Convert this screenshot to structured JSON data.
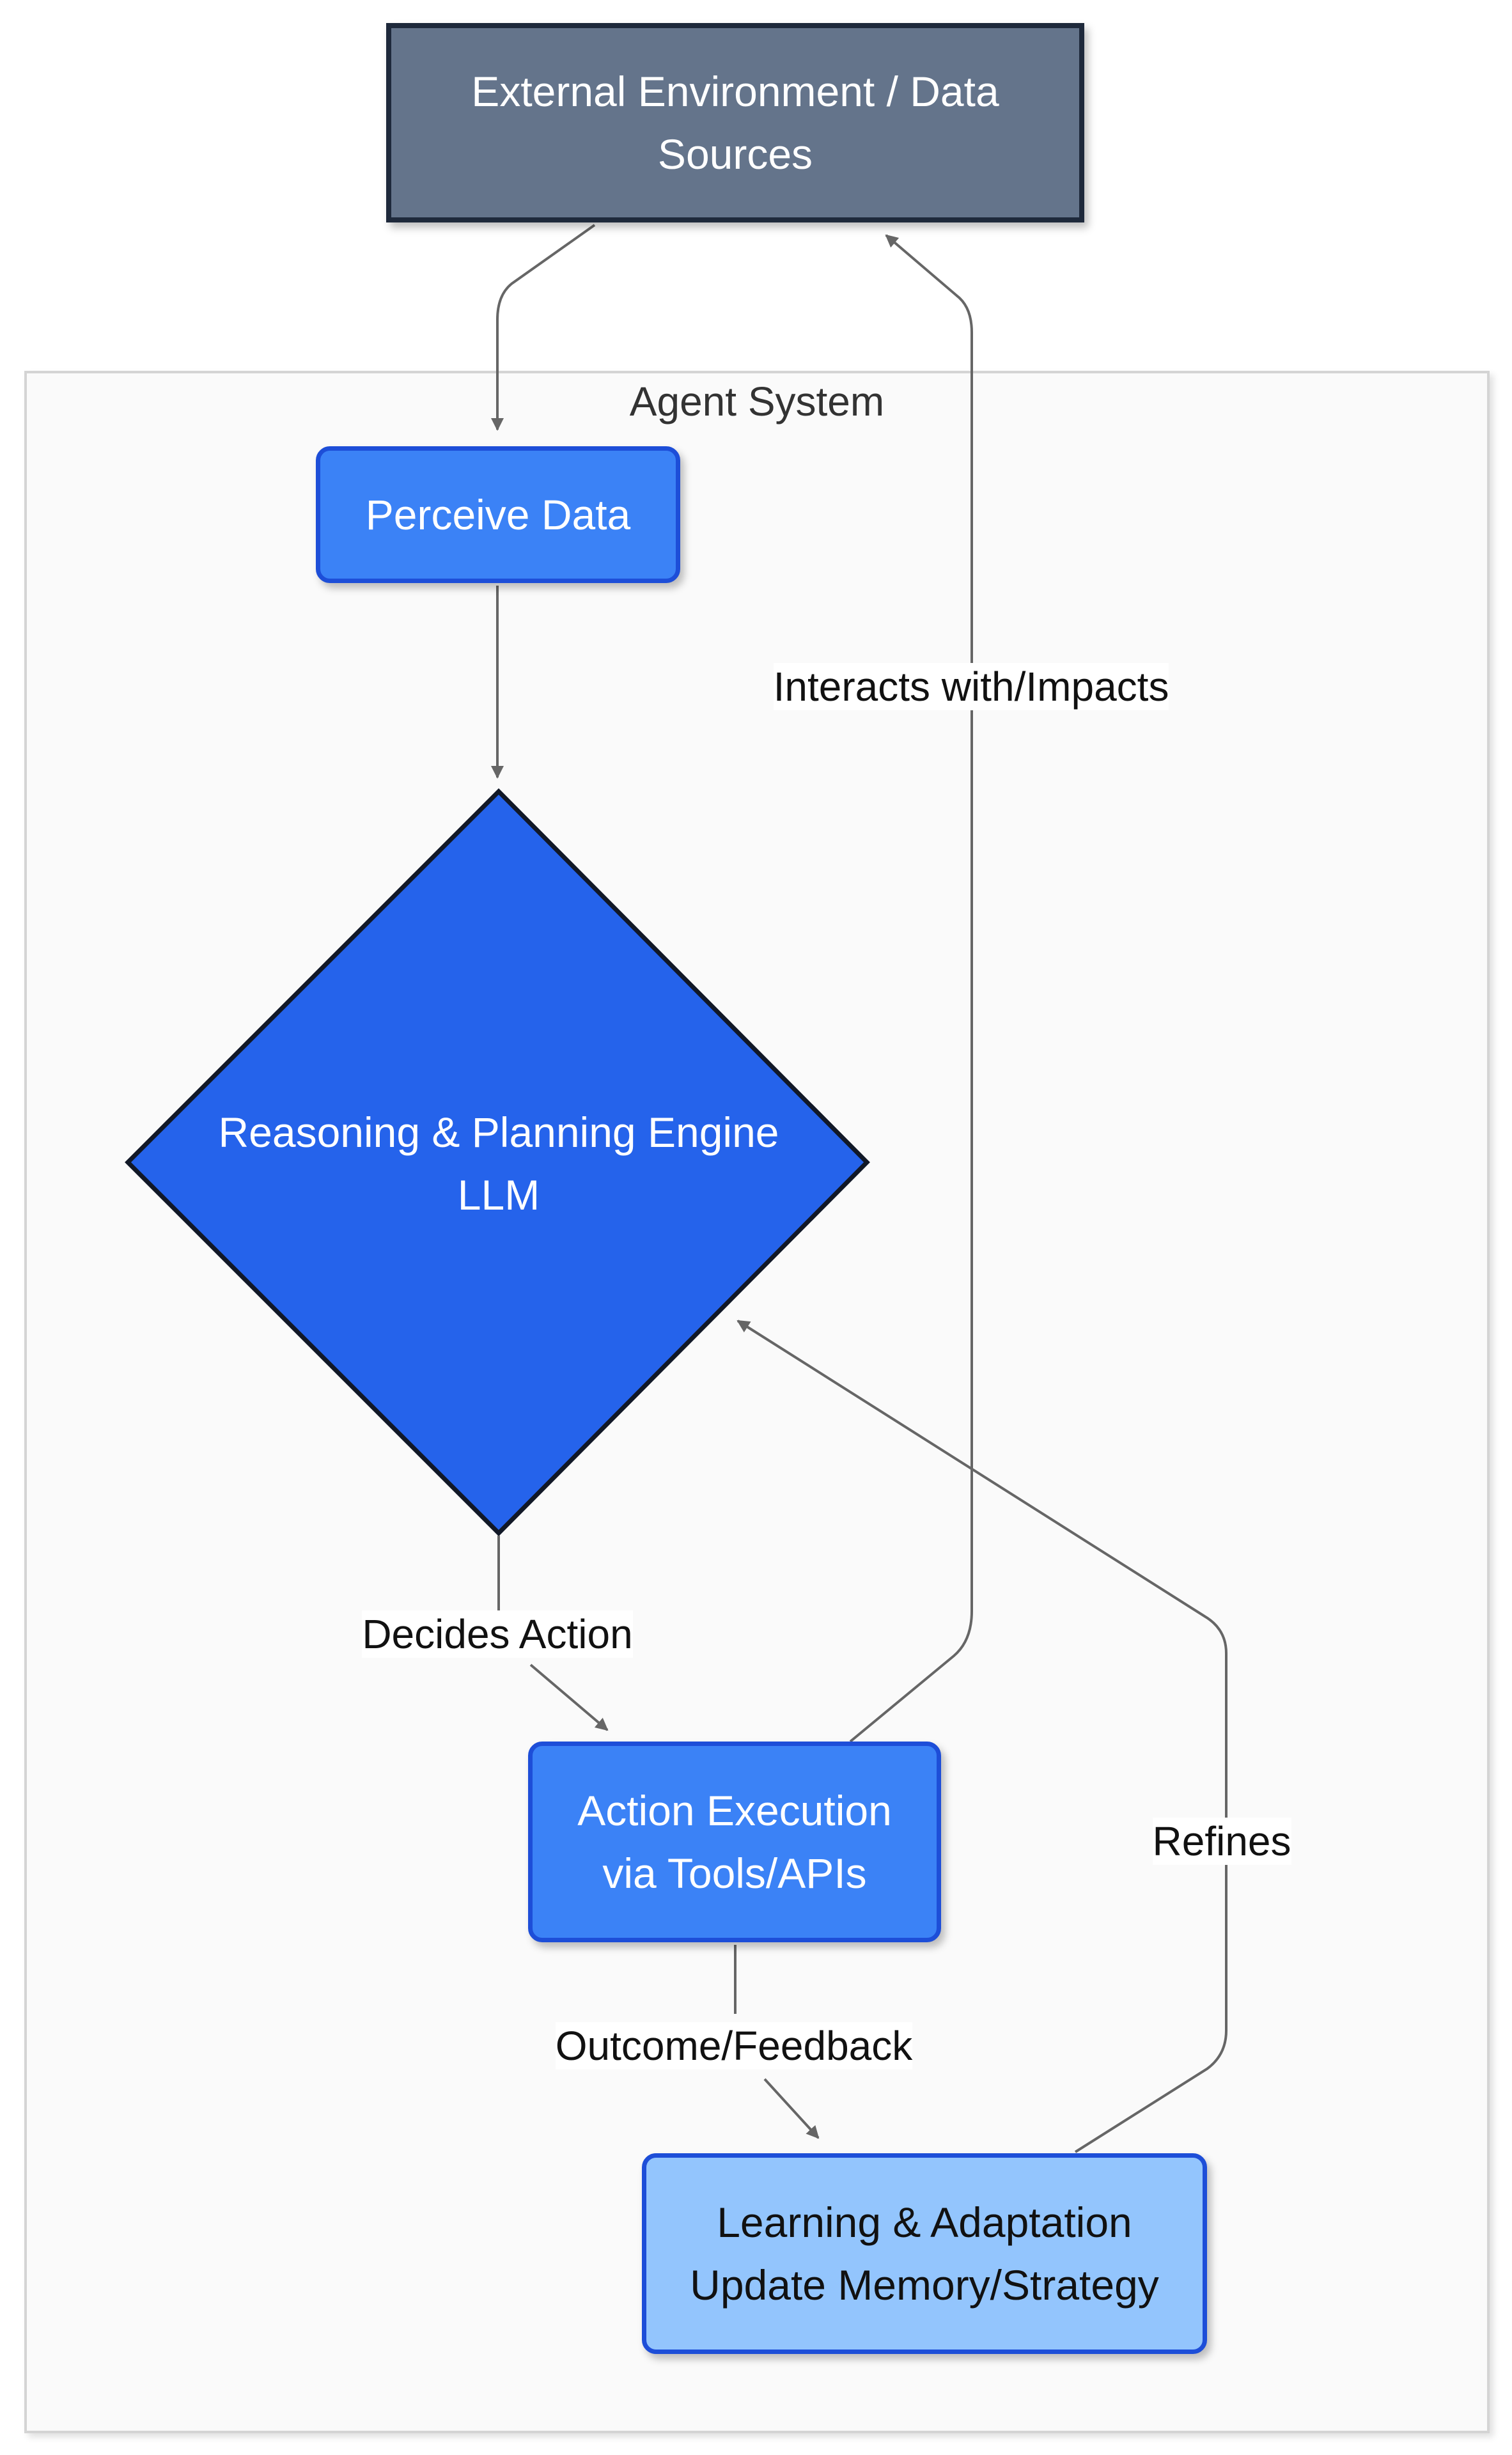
{
  "diagram": {
    "cluster": {
      "label": "Agent System",
      "fill": "#fafafa",
      "border": "#d4d4d4"
    },
    "nodes": {
      "external": {
        "label": "External Environment / Data\nSources",
        "fill": "#64748b",
        "border": "#1e293b",
        "text_color": "#ffffff"
      },
      "perceive": {
        "label": "Perceive Data",
        "fill": "#3b82f6",
        "border": "#1d4ed8",
        "text_color": "#ffffff"
      },
      "reasoning": {
        "label": "Reasoning & Planning Engine\nLLM",
        "fill": "#2563eb",
        "border": "#111827",
        "text_color": "#ffffff"
      },
      "action": {
        "label": "Action Execution\nvia Tools/APIs",
        "fill": "#3b82f6",
        "border": "#1d4ed8",
        "text_color": "#ffffff"
      },
      "learning": {
        "label": "Learning & Adaptation\nUpdate Memory/Strategy",
        "fill": "#93c5fd",
        "border": "#1d4ed8",
        "text_color": "#111111"
      }
    },
    "edges": [
      {
        "from": "external",
        "to": "perceive",
        "label": ""
      },
      {
        "from": "perceive",
        "to": "reasoning",
        "label": ""
      },
      {
        "from": "reasoning",
        "to": "action",
        "label": "Decides Action"
      },
      {
        "from": "action",
        "to": "external",
        "label": "Interacts with/Impacts"
      },
      {
        "from": "action",
        "to": "learning",
        "label": "Outcome/Feedback"
      },
      {
        "from": "learning",
        "to": "reasoning",
        "label": "Refines"
      }
    ],
    "edge_color": "#666666"
  }
}
